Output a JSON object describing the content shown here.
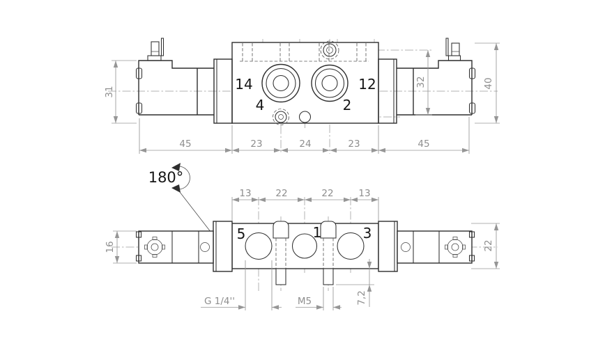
{
  "colors": {
    "background": "#ffffff",
    "outline": "#2e2e2e",
    "dimension": "#969696",
    "label": "#151515"
  },
  "top_view": {
    "ports": {
      "p14": "14",
      "p12": "12",
      "p4": "4",
      "p2": "2"
    },
    "dims": {
      "coil_left_height": "31",
      "coil_right_height": "32",
      "body_height": "40",
      "coil_left_width": "45",
      "edge_to_port_left": "23",
      "port_spacing": "24",
      "edge_to_port_right": "23",
      "coil_right_width": "45"
    }
  },
  "bottom_view": {
    "rotation": "180°",
    "ports": {
      "p5": "5",
      "p1": "1",
      "p3": "3"
    },
    "dims": {
      "edge_to_port5": "13",
      "port5_to_port1": "22",
      "port1_to_port3": "22",
      "port3_to_edge": "13",
      "end_block_height": "16",
      "body_height": "22",
      "stud_length": "7,2"
    },
    "threads": {
      "port_thread": "G 1/4''",
      "stud_thread": "M5"
    }
  }
}
